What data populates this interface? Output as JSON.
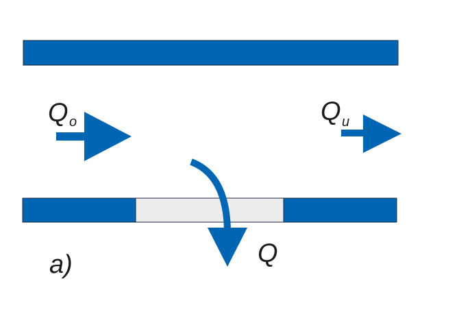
{
  "colors": {
    "pipe": "#0066b3",
    "pipe_edge": "#1f2a44",
    "opening": "#ececec",
    "text": "#1a1a1a",
    "background": "#ffffff"
  },
  "labels": {
    "inflow_main": "Q",
    "inflow_sub": "o",
    "outflow_main": "Q",
    "outflow_sub": "u",
    "lateral": "Q",
    "panel": "a)"
  }
}
